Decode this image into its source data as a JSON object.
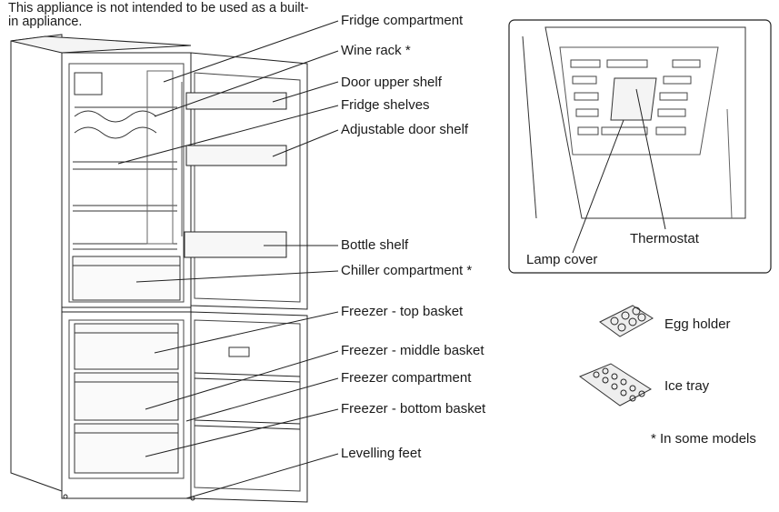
{
  "note": "This appliance is not intended to be used as a built-in appliance.",
  "labels": {
    "fridge_compartment": "Fridge compartment",
    "wine_rack": "Wine rack *",
    "door_upper_shelf": "Door upper shelf",
    "fridge_shelves": "Fridge shelves",
    "adjustable_door_shelf": "Adjustable door shelf",
    "bottle_shelf": "Bottle shelf",
    "chiller_compartment": "Chiller compartment *",
    "freezer_top_basket": "Freezer - top basket",
    "freezer_middle_basket": "Freezer - middle basket",
    "freezer_compartment": "Freezer compartment",
    "freezer_bottom_basket": "Freezer - bottom basket",
    "levelling_feet": "Levelling feet"
  },
  "inset": {
    "thermostat": "Thermostat",
    "lamp_cover": "Lamp cover"
  },
  "accessories": {
    "egg_holder": "Egg holder",
    "ice_tray": "Ice tray"
  },
  "footnote": "* In some models"
}
